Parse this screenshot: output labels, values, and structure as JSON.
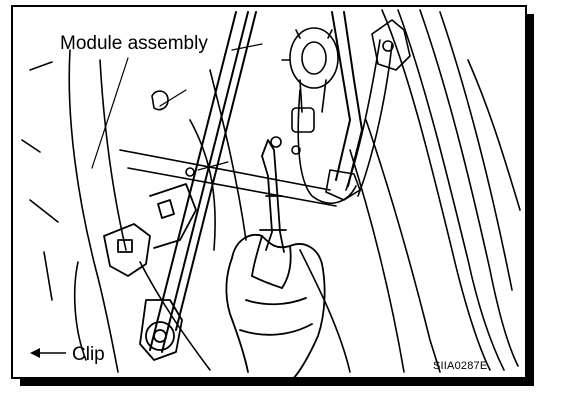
{
  "diagram": {
    "labels": {
      "module_assembly": "Module assembly",
      "clip": "Clip",
      "figure_id": "SIIA0287E"
    },
    "colors": {
      "ink": "#000000",
      "paper": "#ffffff",
      "frame_shadow": "#000000"
    },
    "icons": {
      "clip_arrow": "arrow-left-icon"
    }
  }
}
